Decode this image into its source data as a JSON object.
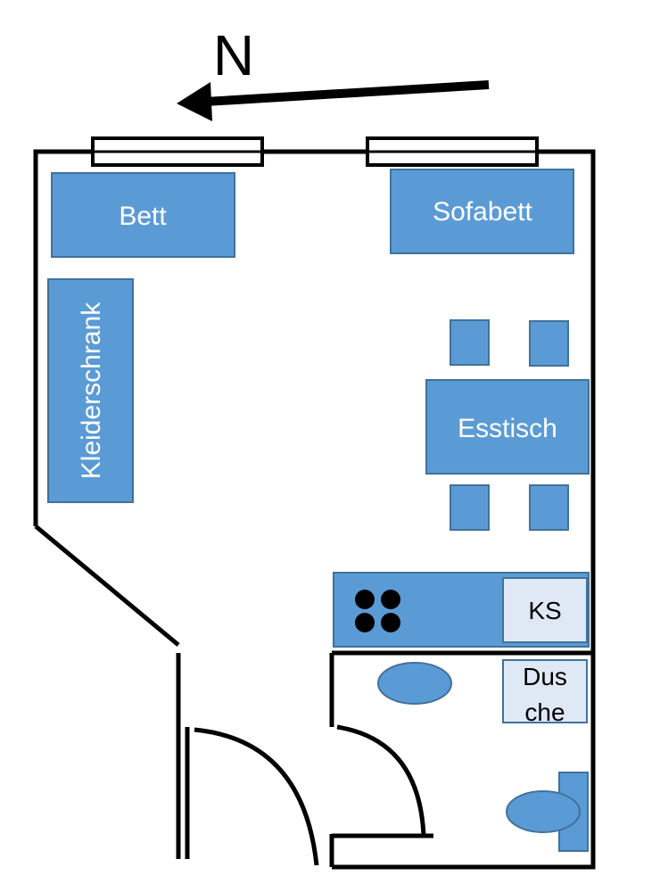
{
  "compass": {
    "label": "N"
  },
  "rooms": {
    "bed": "Bett",
    "sofabed": "Sofabett",
    "wardrobe": "Kleiderschrank",
    "dining_table": "Esstisch",
    "fridge": "KS",
    "shower_line1": "Dus",
    "shower_line2": "che"
  },
  "colors": {
    "furniture": "#5b9bd5",
    "furniture_border": "#41719c",
    "light_box": "#dfe9f6",
    "wall": "#000000"
  }
}
